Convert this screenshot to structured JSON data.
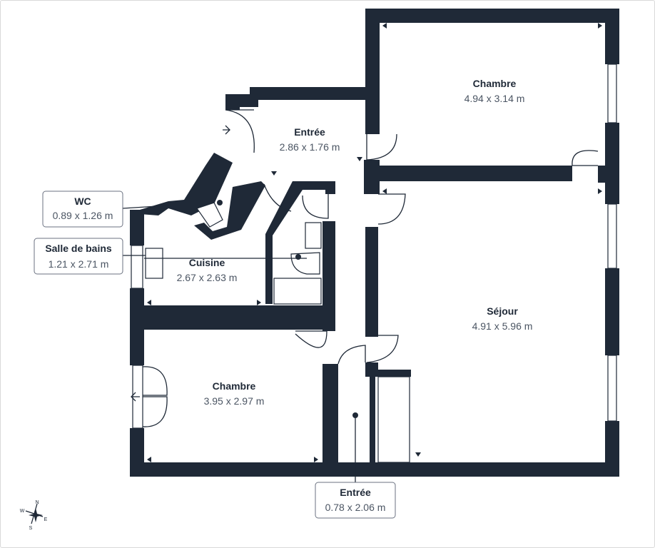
{
  "rooms": {
    "chambre_ne": {
      "name": "Chambre",
      "dims": "4.94 x 3.14 m"
    },
    "entree_top": {
      "name": "Entrée",
      "dims": "2.86 x 1.76 m"
    },
    "cuisine": {
      "name": "Cuisine",
      "dims": "2.67 x 2.63 m"
    },
    "sejour": {
      "name": "Séjour",
      "dims": "4.91 x 5.96 m"
    },
    "chambre_sw": {
      "name": "Chambre",
      "dims": "3.95 x 2.97 m"
    }
  },
  "callouts": {
    "wc": {
      "name": "WC",
      "dims": "0.89 x 1.26 m"
    },
    "salle_de_bains": {
      "name": "Salle de bains",
      "dims": "1.21 x 2.71 m"
    },
    "entree_bottom": {
      "name": "Entrée",
      "dims": "0.78 x 2.06 m"
    }
  },
  "compass": {
    "n": "N",
    "s": "S",
    "e": "E",
    "w": "W"
  },
  "colors": {
    "wall": "#1f2937",
    "background": "#ffffff",
    "callout_border": "#6b7280"
  }
}
